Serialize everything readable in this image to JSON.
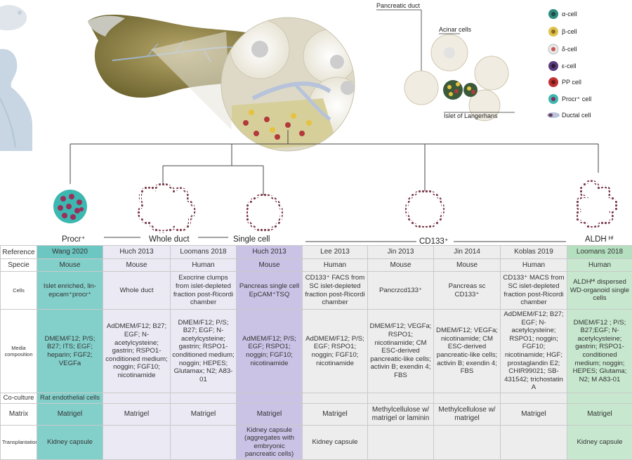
{
  "legend": {
    "pancreatic_duct": "Pancreatic duct",
    "acinar_cells": "Acinar cells",
    "islet": "Islet of Langerhans",
    "items": [
      {
        "label": "α-cell",
        "color": "#2e8a7e"
      },
      {
        "label": "β-cell",
        "color": "#e0c24a"
      },
      {
        "label": "δ-cell",
        "color": "#d8d8d8"
      },
      {
        "label": "ε-cell",
        "color": "#5a3a7a"
      },
      {
        "label": "PP cell",
        "color": "#c03030"
      },
      {
        "label": "Procr⁺ cell",
        "color": "#3cb8b0"
      },
      {
        "label": "Ductal cell",
        "color": "#b8c4dc"
      }
    ]
  },
  "groups": {
    "procr": "Procr⁺",
    "whole_duct": "Whole duct",
    "single_cell": "Single cell",
    "cd133": "CD133⁺",
    "aldh": "ALDH ᴴⁱ"
  },
  "table": {
    "row_headers": [
      "Reference",
      "Specie",
      "Cells",
      "Media composition",
      "Co-culture",
      "Matrix",
      "Transplantation"
    ],
    "columns": [
      {
        "reference": "Wang 2020",
        "specie": "Mouse",
        "cells": "Islet enriched, lin-epcam⁺procr⁺",
        "media": "DMEM/F12; P/S; B27; ITS; EGF; heparin; FGF2; VEGFa",
        "coculture": "Rat endothelial cells",
        "matrix": "Matrigel",
        "transplantation": "Kidney capsule"
      },
      {
        "reference": "Huch 2013",
        "specie": "Mouse",
        "cells": "Whole duct",
        "media": "AdDMEM/F12; B27; EGF; N-acetylcysteine; gastrin; RSPO1-conditioned medium; noggin; FGF10; nicotinamide",
        "coculture": "",
        "matrix": "Matrigel",
        "transplantation": ""
      },
      {
        "reference": "Loomans 2018",
        "specie": "Human",
        "cells": "Exocrine clumps from islet-depleted fraction post-Ricordi chamber",
        "media": "DMEM/F12; P/S; B27; EGF; N-acetylcysteine; gastrin; RSPO1-conditioned medium; noggin; HEPES; Glutamax; N2; A83-01",
        "coculture": "",
        "matrix": "Matrigel",
        "transplantation": ""
      },
      {
        "reference": "Huch 2013",
        "specie": "Mouse",
        "cells": "Pancreas single cell EpCAM⁺TSQ",
        "media": "AdMEM/F12; P/S; EGF; RSPO1; noggin; FGF10; nicotinamide",
        "coculture": "",
        "matrix": "Matrigel",
        "transplantation": "Kidney capsule (aggregates with embryonic pancreatic cells)"
      },
      {
        "reference": "Lee 2013",
        "specie": "Human",
        "cells": "CD133⁺ FACS from SC islet-depleted fraction post-Ricordi chamber",
        "media": "AdDMEM/F12; P/S; EGF; RSPO1; noggin; FGF10; nicotinamide",
        "coculture": "",
        "matrix": "Matrigel",
        "transplantation": "Kidney capsule"
      },
      {
        "reference": "Jin 2013",
        "specie": "Mouse",
        "cells": "Pancrzcd133⁺",
        "media": "DMEM/F12; VEGFa; RSPO1; nicotinamide; CM ESC-derived pancreatic-like cells; activin B; exendin 4; FBS",
        "coculture": "",
        "matrix": "Methylcellulose w/ matrigel or laminin",
        "transplantation": ""
      },
      {
        "reference": "Jin 2014",
        "specie": "Mouse",
        "cells": "Pancreas sc CD133⁺",
        "media": "DMEM/F12; VEGFa; nicotinamide; CM ESC-derived pancreatic-like cells; activin B; exendin 4; FBS",
        "coculture": "",
        "matrix": "Methylcellulose w/ matrigel",
        "transplantation": ""
      },
      {
        "reference": "Koblas 2019",
        "specie": "Human",
        "cells": "CD133⁺ MACS from SC islet-depleted fraction post-Ricordi chamber",
        "media": "AdDMEM/F12; B27; EGF; N-acetylcysteine; RSPO1; noggin; FGF10; nicotinamide; HGF; prostaglandin E2; CHIR99021; SB-431542; trichostatin A",
        "coculture": "",
        "matrix": "Matrigel",
        "transplantation": ""
      },
      {
        "reference": "Loomans 2018",
        "specie": "Human",
        "cells": "ALDHᴴⁱ dispersed WD-organoid single cells",
        "media": "DMEM/F12 ; P/S; B27;EGF; N-acetylcysteine; gastrin; RSPO1-conditioned medium; noggin; HEPES; Glutama; N2; M A83-01",
        "coculture": "",
        "matrix": "Matrigel",
        "transplantation": "Kidney capsule"
      }
    ]
  }
}
